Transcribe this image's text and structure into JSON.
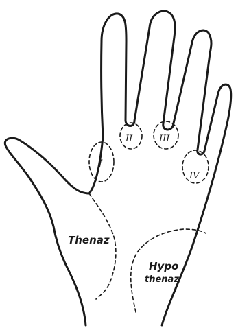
{
  "labels": {
    "area_1": "I",
    "area_2": "II",
    "area_3": "III",
    "area_4": "IV",
    "thenar": "Thenaz",
    "hypothenar_line1": "Hypo",
    "hypothenar_line2": "thenaz"
  },
  "colors": {
    "ink": "#1a1a1a",
    "background": "#ffffff"
  }
}
